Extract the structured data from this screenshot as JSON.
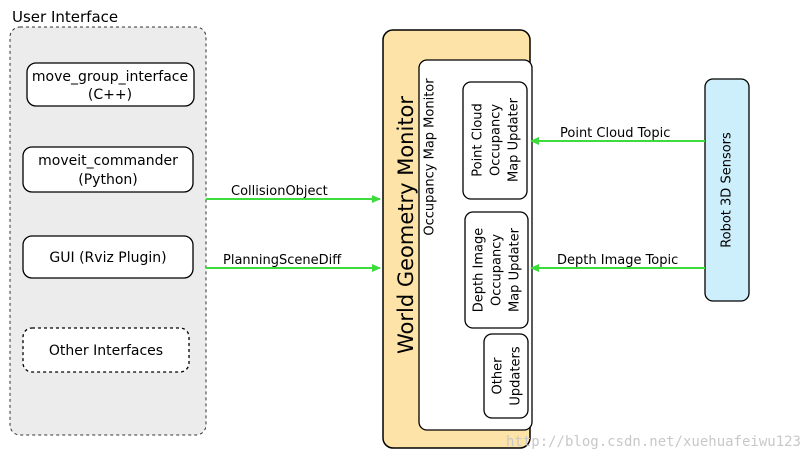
{
  "user_interface": {
    "title": "User Interface",
    "move_group_interface": {
      "line1": "move_group_interface",
      "line2": "(C++)"
    },
    "moveit_commander": {
      "line1": "moveit_commander",
      "line2": "(Python)"
    },
    "gui": {
      "label": "GUI (Rviz Plugin)"
    },
    "other_interfaces": {
      "label": "Other Interfaces"
    }
  },
  "edges": {
    "collision_object": "CollisionObject",
    "planning_scene_diff": "PlanningSceneDiff",
    "point_cloud_topic": "Point Cloud Topic",
    "depth_image_topic": "Depth Image Topic"
  },
  "world_geometry_monitor": {
    "label": "World Geometry Monitor"
  },
  "occupancy_map_monitor": {
    "label": "Occupancy Map Monitor"
  },
  "point_cloud_updater": {
    "line1": "Point Cloud",
    "line2": "Occupancy",
    "line3": "Map Updater"
  },
  "depth_image_updater": {
    "line1": "Depth Image",
    "line2": "Occupancy",
    "line3": "Map Updater"
  },
  "other_updaters": {
    "line1": "Other",
    "line2": "Updaters"
  },
  "robot_sensors": {
    "label": "Robot 3D Sensors"
  },
  "watermark": "http://blog.csdn.net/xuehuafeiwu123",
  "colors": {
    "ui_panel": "#ececec",
    "monitor_fill": "#fde3a7",
    "sensor_fill": "#cdeefb",
    "arrow": "#3ddc3d"
  }
}
